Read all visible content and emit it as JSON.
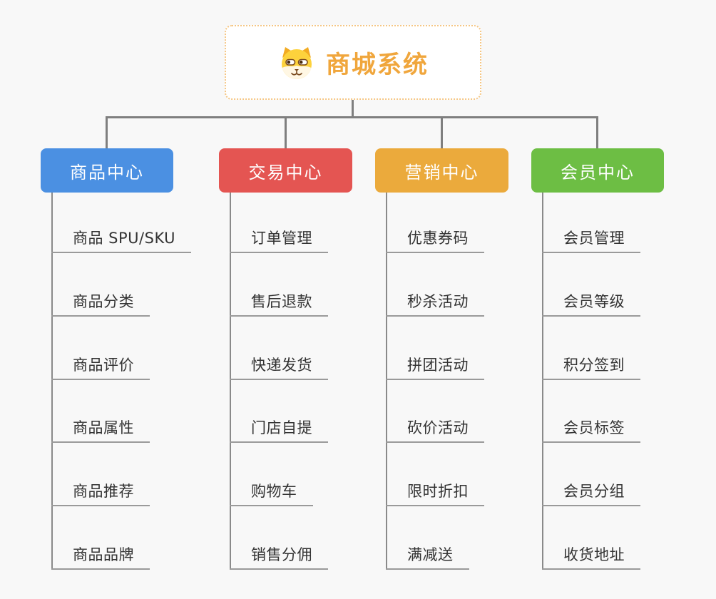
{
  "page": {
    "background": "#f8f8f8",
    "connector_color": "#7f7f7f"
  },
  "root": {
    "title": "商城系统",
    "icon": "dog-face-icon",
    "title_color": "#f0a63c",
    "border_color": "#f5c684"
  },
  "branches": [
    {
      "label": "商品中心",
      "color": "#4b90e2",
      "items": [
        "商品 SPU/SKU",
        "商品分类",
        "商品评价",
        "商品属性",
        "商品推荐",
        "商品品牌"
      ]
    },
    {
      "label": "交易中心",
      "color": "#e45552",
      "items": [
        "订单管理",
        "售后退款",
        "快递发货",
        "门店自提",
        "购物车",
        "销售分佣"
      ]
    },
    {
      "label": "营销中心",
      "color": "#ebaa3c",
      "items": [
        "优惠券码",
        "秒杀活动",
        "拼团活动",
        "砍价活动",
        "限时折扣",
        "满减送"
      ]
    },
    {
      "label": "会员中心",
      "color": "#6dbe44",
      "items": [
        "会员管理",
        "会员等级",
        "积分签到",
        "会员标签",
        "会员分组",
        "收货地址"
      ]
    }
  ]
}
